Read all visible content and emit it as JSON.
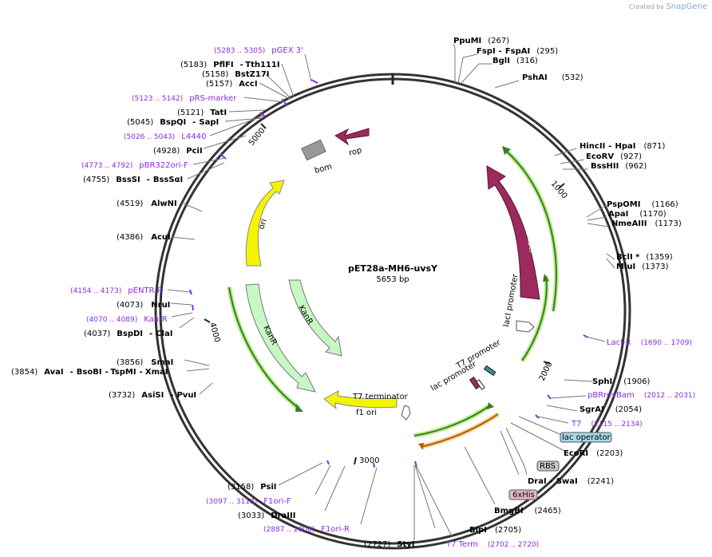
{
  "watermark": {
    "prefix": "Created by",
    "brand": "SnapGene"
  },
  "plasmid": {
    "name": "pET28a-MH6-uvsY",
    "size": "5653 bp"
  },
  "colors": {
    "primer": "#8b2be2",
    "site_text": "#000000",
    "leader": "#777777",
    "lacI": "#9c2a5c",
    "kan": "#c6f7c4",
    "ori": "#f5f400",
    "rop": "#9c2a5c",
    "bom": "#999999",
    "green_arrow": "#3b7a23",
    "orange_arrow": "#b65d00"
  },
  "tick_labels": [
    "1000",
    "2000",
    "3000",
    "4000",
    "5000"
  ],
  "features": {
    "rop": "rop",
    "bom": "bom",
    "ori": "ori",
    "kanR1": "KanR",
    "kanR2": "KanR",
    "lacI": "lacI",
    "lacI_promoter": "lacI promoter",
    "T7_promoter": "T7 promoter",
    "lac_promoter": "lac promoter",
    "t7_terminator": "T7 terminator",
    "f1_ori": "f1 ori"
  },
  "boxed": {
    "lac_operator": {
      "label": "lac operator",
      "fill": "#a8d8e8"
    },
    "RBS": {
      "label": "RBS",
      "fill": "#c8c8c8"
    },
    "6xHis": {
      "label": "6xHis",
      "fill": "#e6b8c6"
    }
  },
  "labels": [
    {
      "id": "ppumi",
      "name": "PpuMI",
      "pos": "(267)"
    },
    {
      "id": "fspi",
      "name": "FspI",
      "name2": "FspAI",
      "pos": "(295)"
    },
    {
      "id": "bgli",
      "name": "BglI",
      "pos": "(316)"
    },
    {
      "id": "pshai",
      "name": "PshAI",
      "pos": "(532)"
    },
    {
      "id": "hincii",
      "name": "HincII",
      "name2": "HpaI",
      "pos": "(871)"
    },
    {
      "id": "ecorv",
      "name": "EcoRV",
      "pos": "(927)"
    },
    {
      "id": "bsshii",
      "name": "BssHII",
      "pos": "(962)"
    },
    {
      "id": "pspomi",
      "name": "PspOMI",
      "pos": "(1166)"
    },
    {
      "id": "apai",
      "name": "ApaI",
      "pos": "(1170)"
    },
    {
      "id": "nmeaiii",
      "name": "NmeAIII",
      "pos": "(1173)"
    },
    {
      "id": "bcli",
      "name": "BclI *",
      "pos": "(1359)"
    },
    {
      "id": "mlui",
      "name": "MluI",
      "pos": "(1373)"
    },
    {
      "id": "laci-r",
      "name": "LacI-R",
      "pos": "(1690 .. 1709)",
      "primer": true
    },
    {
      "id": "sphi",
      "name": "SphI",
      "pos": "(1906)"
    },
    {
      "id": "pbrrevbam",
      "name": "pBRrevBam",
      "pos": "(2012 .. 2031)",
      "primer": true
    },
    {
      "id": "sgrai",
      "name": "SgrAI",
      "pos": "(2054)"
    },
    {
      "id": "t7",
      "name": "T7",
      "pos": "(2115 .. 2134)",
      "primer": true
    },
    {
      "id": "ecori",
      "name": "EcoRI",
      "pos": "(2203)"
    },
    {
      "id": "drai",
      "name": "DraI",
      "name2": "SwaI",
      "pos": "(2241)"
    },
    {
      "id": "bmgbi",
      "name": "BmgBI",
      "pos": "(2465)"
    },
    {
      "id": "blpi",
      "name": "BlpI",
      "pos": "(2705)"
    },
    {
      "id": "t7term",
      "name": "T7 Term",
      "pos": "(2702 .. 2720)",
      "primer": true
    },
    {
      "id": "styi",
      "name": "StyI",
      "pos": "(2727)"
    },
    {
      "id": "f1ori-r",
      "name": "F1ori-R",
      "pos": "(2887 .. 2906)",
      "primer": true
    },
    {
      "id": "draiii",
      "name": "DraIII",
      "pos": "(3033)"
    },
    {
      "id": "f1ori-f",
      "name": "F1ori-F",
      "pos": "(3097 .. 3118)",
      "primer": true
    },
    {
      "id": "psii",
      "name": "PsiI",
      "pos": "(3158)"
    },
    {
      "id": "asisi",
      "name": "AsiSI",
      "name2": "PvuI",
      "pos": "(3732)"
    },
    {
      "id": "avai",
      "name": "AvaI",
      "name2": "BsoBI",
      "name3": "TspMI",
      "name4": "XmaI",
      "pos": "(3854)"
    },
    {
      "id": "smai",
      "name": "SmaI",
      "pos": "(3856)"
    },
    {
      "id": "bspdi",
      "name": "BspDI",
      "name2": "ClaI",
      "pos": "(4037)"
    },
    {
      "id": "kan-r",
      "name": "Kan-R",
      "pos": "(4070 .. 4089)",
      "primer": true
    },
    {
      "id": "drui",
      "name": "NruI",
      "pos": "(4073)"
    },
    {
      "id": "pentr-r",
      "name": "pENTR-R",
      "pos": "(4154 .. 4173)",
      "primer": true
    },
    {
      "id": "acui",
      "name": "AcuI",
      "pos": "(4386)"
    },
    {
      "id": "alwni",
      "name": "AlwNI",
      "pos": "(4519)"
    },
    {
      "id": "bsssi",
      "name": "BssSI",
      "name2": "BssSαI",
      "pos": "(4755)"
    },
    {
      "id": "pbr322ori-f",
      "name": "pBR322ori-F",
      "pos": "(4773 .. 4792)",
      "primer": true
    },
    {
      "id": "pcii",
      "name": "PciI",
      "pos": "(4928)"
    },
    {
      "id": "l4440",
      "name": "L4440",
      "pos": "(5026 .. 5043)",
      "primer": true
    },
    {
      "id": "bspqi",
      "name": "BspQI",
      "name2": "SapI",
      "pos": "(5045)"
    },
    {
      "id": "tati",
      "name": "TatI",
      "pos": "(5121)"
    },
    {
      "id": "prs-marker",
      "name": "pRS-marker",
      "pos": "(5123 .. 5142)",
      "primer": true
    },
    {
      "id": "acci",
      "name": "AccI",
      "pos": "(5157)"
    },
    {
      "id": "bstz17i",
      "name": "BstZ17I",
      "pos": "(5158)"
    },
    {
      "id": "pflfi",
      "name": "PflFI",
      "name2": "Tth111I",
      "pos": "(5183)"
    },
    {
      "id": "pgex3",
      "name": "pGEX 3'",
      "pos": "(5283 .. 5305)",
      "primer": true
    }
  ]
}
